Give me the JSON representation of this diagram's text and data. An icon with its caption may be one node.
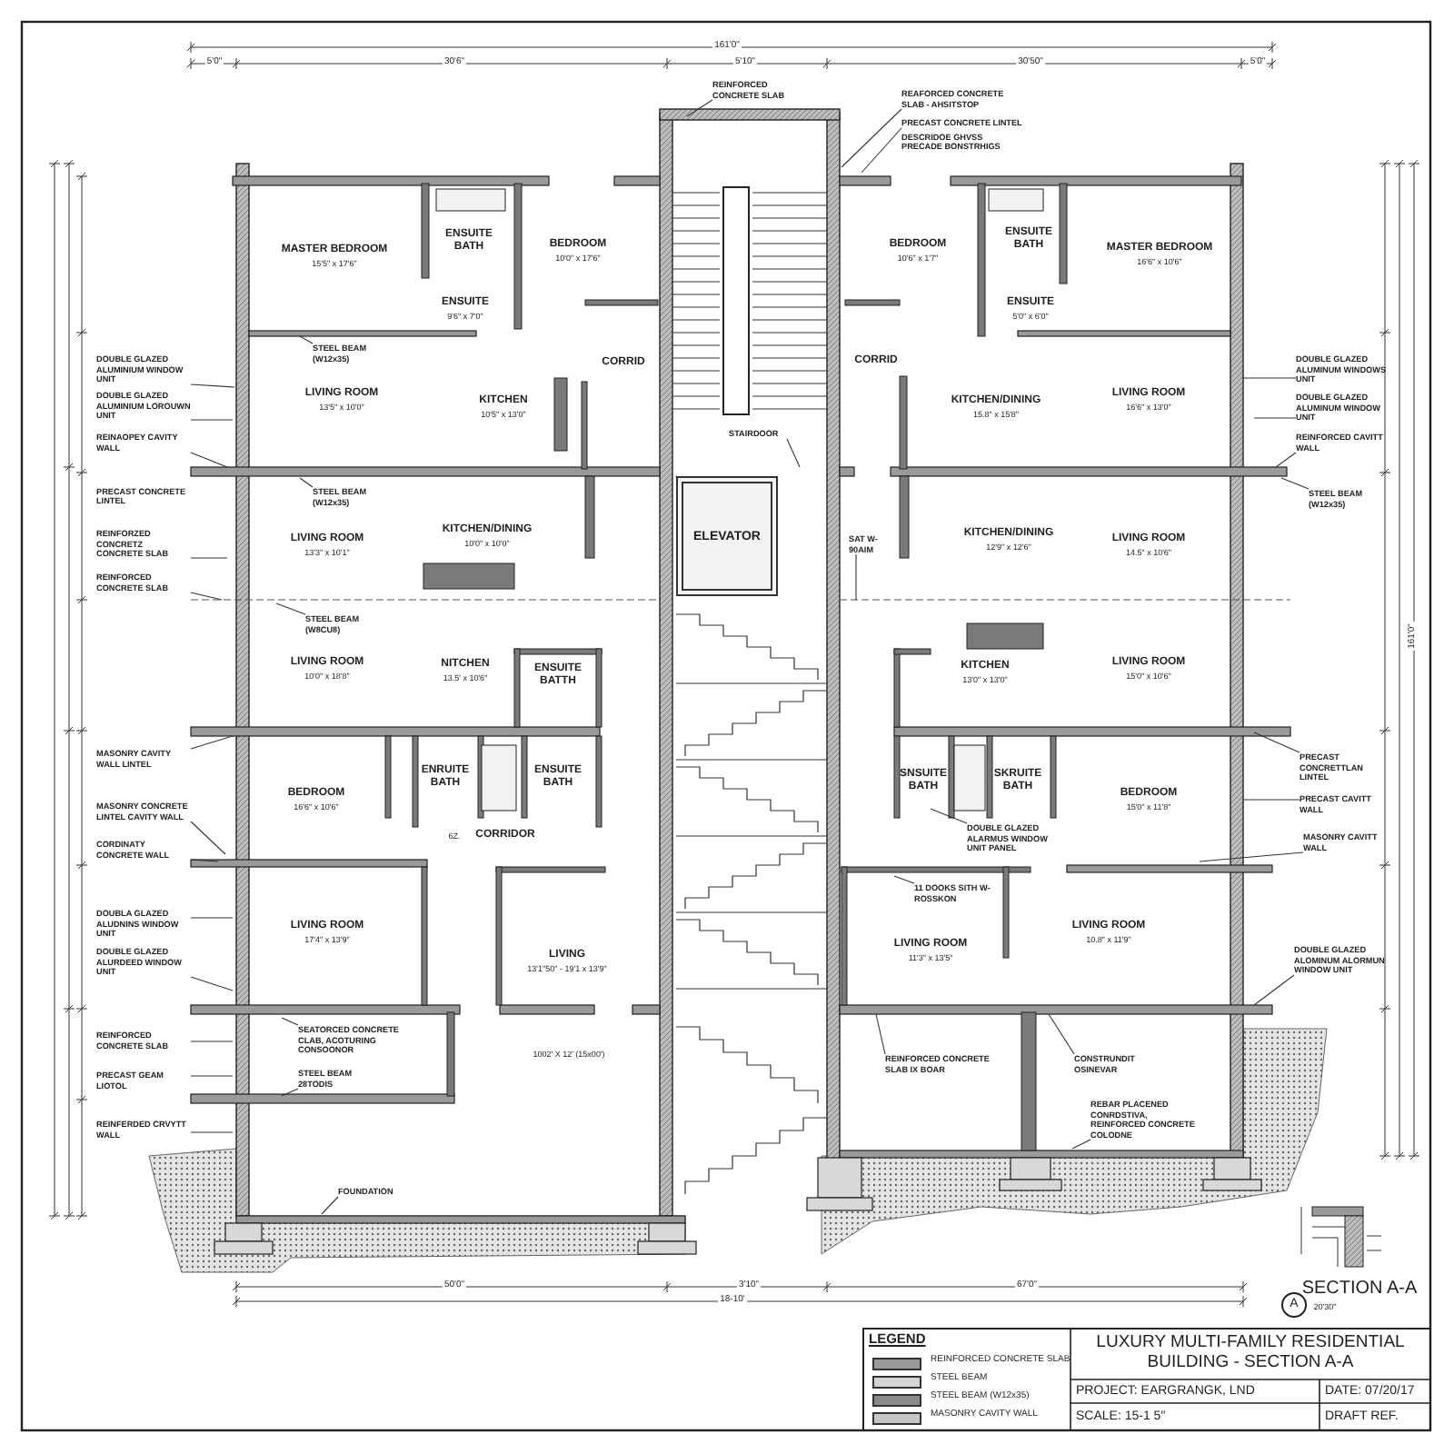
{
  "diagram": {
    "title": "LUXURY MULTI-FAMILY RESIDENTIAL BUILDING - SECTION A-A",
    "nodes": [
      {
        "text": [
          "REINFORCED CONCRETE SLAB"
        ]
      },
      {
        "text": [
          "REAFORCED CONCRETE SLAB - AHSITSTOP"
        ]
      },
      {
        "text": [
          "PRECAST CONCRETE LINTEL"
        ]
      },
      {
        "text": [
          "STEEL BEAM (W12x35)"
        ]
      },
      {
        "text": [
          "DOUBLE GLAZED ALUMINIUM WINDOW UNIT"
        ]
      },
      {
        "text": [
          "DOUBLE GLAZED ALUMINIUM LOROUWN UNIT"
        ]
      },
      {
        "text": [
          "DOUBLE GLAZED ALUMINUM WINDOWS UNIT"
        ]
      },
      {
        "text": [
          "DOUBLE GLAZED ALUMINUM WINDOW UNIT"
        ]
      },
      {
        "text": [
          "REINAOPEY CAVITY WALL"
        ]
      },
      {
        "text": [
          "REINFORCED CAVITT WALL"
        ]
      },
      {
        "text": [
          "STAIRDOOR"
        ]
      },
      {
        "text": [
          "ELEVATOR"
        ]
      },
      {
        "text": [
          "STEEL BEAM (W12x35)"
        ]
      },
      {
        "text": [
          "STEEL BEAM (W12x35)"
        ]
      },
      {
        "text": [
          "SAT W-90AIM"
        ]
      },
      {
        "text": [
          "REINFORZED CONCRETZ CONCRETE SLAB"
        ]
      },
      {
        "text": [
          "REINFORCED CONCRETE SLAB"
        ]
      },
      {
        "text": [
          "STEEL BEAM (W8CU8)"
        ]
      },
      {
        "text": [
          "MASONRY CAVITY WALL LINTEL"
        ]
      },
      {
        "text": [
          "PRECAST CONCRETTLAN LINTEL"
        ]
      },
      {
        "text": [
          "PRECAST CAVITT WALL"
        ]
      },
      {
        "text": [
          "MASONRY CONCRETE LINTEL CAVITY WALL"
        ]
      },
      {
        "text": [
          "DOUBLE GLAZED ALARMUS WINDOW UNIT PANEL"
        ]
      },
      {
        "text": [
          "CORDINATY CONCRETE WALL"
        ]
      },
      {
        "text": [
          "MASONRY CAVITT WALL"
        ]
      },
      {
        "text": [
          "11 DOOKS SITH W-ROSSKON"
        ]
      },
      {
        "text": [
          "DOUBLA GLAZED ALUDNINS WINDOW UNIT"
        ]
      },
      {
        "text": [
          "DOUBLE GLAZED ALOMINUM ALORMUN WINDOW UNIT"
        ]
      },
      {
        "text": [
          "DOUBLE GLAZED ALURDEED WINDOW UNIT"
        ]
      },
      {
        "text": [
          "SEATORCED CONCRETE CLAB, ACOTURING CONSOONOR"
        ]
      },
      {
        "text": [
          "REINFORCED CONCRETE SLAB"
        ]
      },
      {
        "text": [
          "REINFORCED CONCRETE SLAB IX BOAR"
        ]
      },
      {
        "text": [
          "CONSTRUNDIT OSINEVAR"
        ]
      },
      {
        "text": [
          "STEEL BEAM 28TODIS"
        ]
      },
      {
        "text": [
          "PRECAST GEAM LIOTOL"
        ]
      },
      {
        "text": [
          "REBAR PLACENED CONRDSTIVA, REINFORCED CONCRETE COLODNE"
        ]
      },
      {
        "text": [
          "REINFERDED CRVYTT WALL"
        ]
      },
      {
        "text": [
          "FOUNDATION"
        ]
      }
    ],
    "edges": [
      {
        "from": 0,
        "to": null,
        "arrow": "none"
      },
      {
        "from": 1,
        "to": null,
        "arrow": "none"
      },
      {
        "from": 2,
        "to": null,
        "arrow": "none"
      },
      {
        "from": 3,
        "to": null,
        "arrow": "none"
      },
      {
        "from": 4,
        "to": null,
        "arrow": "none"
      },
      {
        "from": 5,
        "to": null,
        "arrow": "none"
      },
      {
        "from": 6,
        "to": null,
        "arrow": "none"
      },
      {
        "from": 7,
        "to": null,
        "arrow": "none"
      },
      {
        "from": 8,
        "to": null,
        "arrow": "none"
      },
      {
        "from": 9,
        "to": null,
        "arrow": "none"
      },
      {
        "from": 10,
        "to": null,
        "arrow": "none"
      },
      {
        "from": 12,
        "to": null,
        "arrow": "none"
      },
      {
        "from": 13,
        "to": null,
        "arrow": "none"
      },
      {
        "from": 14,
        "to": null,
        "arrow": "none"
      },
      {
        "from": 15,
        "to": null,
        "arrow": "none"
      },
      {
        "from": 16,
        "to": null,
        "arrow": "none"
      },
      {
        "from": 17,
        "to": null,
        "arrow": "none"
      },
      {
        "from": 18,
        "to": null,
        "arrow": "none"
      },
      {
        "from": 19,
        "to": null,
        "arrow": "none"
      },
      {
        "from": 20,
        "to": null,
        "arrow": "none"
      },
      {
        "from": 21,
        "to": null,
        "arrow": "none"
      },
      {
        "from": 22,
        "to": null,
        "arrow": "none"
      },
      {
        "from": 23,
        "to": null,
        "arrow": "none"
      },
      {
        "from": 24,
        "to": null,
        "arrow": "none"
      },
      {
        "from": 25,
        "to": null,
        "arrow": "none"
      },
      {
        "from": 26,
        "to": null,
        "arrow": "none"
      },
      {
        "from": 27,
        "to": null,
        "arrow": "none"
      },
      {
        "from": 28,
        "to": null,
        "arrow": "none"
      },
      {
        "from": 29,
        "to": null,
        "arrow": "none"
      },
      {
        "from": 30,
        "to": null,
        "arrow": "none"
      },
      {
        "from": 31,
        "to": null,
        "arrow": "none"
      },
      {
        "from": 32,
        "to": null,
        "arrow": "none"
      },
      {
        "from": 33,
        "to": null,
        "arrow": "none"
      },
      {
        "from": 34,
        "to": null,
        "arrow": "none"
      },
      {
        "from": 35,
        "to": null,
        "arrow": "none"
      },
      {
        "from": 36,
        "to": null,
        "arrow": "none"
      },
      {
        "from": 37,
        "to": null,
        "arrow": "none"
      }
    ],
    "labels": [
      "161'0\"",
      "5'0\"",
      "30'6\"",
      "5'10\"",
      "30'50\"",
      "5'0\"",
      "DESCRIDOE GHVSS PRECADE BONSTRHIGS",
      "MASTER BEDROOM",
      "15'5\" x 17'6\"",
      "ENSUITE BATH",
      "BEDROOM",
      "10'0\" x 17'6\"",
      "BEDROOM",
      "10'6\" x 1'7\"",
      "ENSUITE BATH",
      "MASTER BEDROOM",
      "16'6\" x 10'6\"",
      "ENSUITE",
      "9'6\" x 7'0\"",
      "ENSUITE",
      "5'0\" x 6'0\"",
      "CORRID",
      "CORRID",
      "LIVING ROOM",
      "13'5\" x 10'0\"",
      "KITCHEN",
      "10'5\" x 13'0\"",
      "KITCHEN/DINING",
      "15.8\" x 15'8\"",
      "LIVING ROOM",
      "16'6\" x 13'0\"",
      "PRECAST CONCRETE LINTEL",
      "LIVING ROOM",
      "13'3\" x 10'1\"",
      "KITCHEN/DINING",
      "10'0\" x 10'0\"",
      "KITCHEN/DINING",
      "12'9\" x 12'6\"",
      "LIVING ROOM",
      "14.5\" x 10'6\"",
      "LIVING ROOM",
      "10'0\" x 18'8\"",
      "NITCHEN",
      "13.5' x 10'6\"",
      "ENSUITE BATTH",
      "KITCHEN",
      "13'0\" x 13'0\"",
      "LIVING ROOM",
      "15'0\" x 10'6\"",
      "BEDROOM",
      "16'6\" x 10'6\"",
      "ENRUITE BATH",
      "ENSUITE BATH",
      "SNSUITE BATH",
      "SKRUITE BATH",
      "BEDROOM",
      "15'0\" x 11'8\"",
      "6Z.",
      "CORRIDOR",
      "LIVING ROOM",
      "17'4\" x 13'9\"",
      "LIVING",
      "13'1\"50\" - 19'1 x 13'9\"",
      "LIVING ROOM",
      "11'3\" x 13'5\"",
      "LIVING ROOM",
      "10.8\" x 11'9\"",
      "1002' X 12' (15x00')",
      "161'0\"",
      "50'0\"",
      "3'10\"",
      "67'0\"",
      "18-10'",
      "A",
      "SECTION A-A",
      "20'30\"",
      "LEGEND",
      "PROJECT: EARGRANGK, LND",
      "DATE: 07/20/17",
      "SCALE: 15-1 5\"",
      "DRAFT REF."
    ],
    "legend": [
      {
        "text": "REINFORCED CONCRETE SLAB",
        "color": "#9a9a9a"
      },
      {
        "text": "STEEL BEAM",
        "color": "#d4d4d4"
      },
      {
        "text": "STEEL BEAM (W12x35)",
        "color": "#8a8a8a"
      },
      {
        "text": "MASONRY CAVITY WALL",
        "color": "#c6c6c6"
      }
    ]
  }
}
